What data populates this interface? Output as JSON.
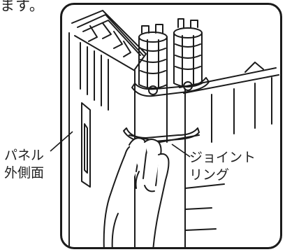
{
  "header_fragment": "ます。",
  "labels": {
    "panel_line1": "パネル",
    "panel_line2": "外側面",
    "joint_line1": "ジョイント",
    "joint_line2": "リング"
  }
}
